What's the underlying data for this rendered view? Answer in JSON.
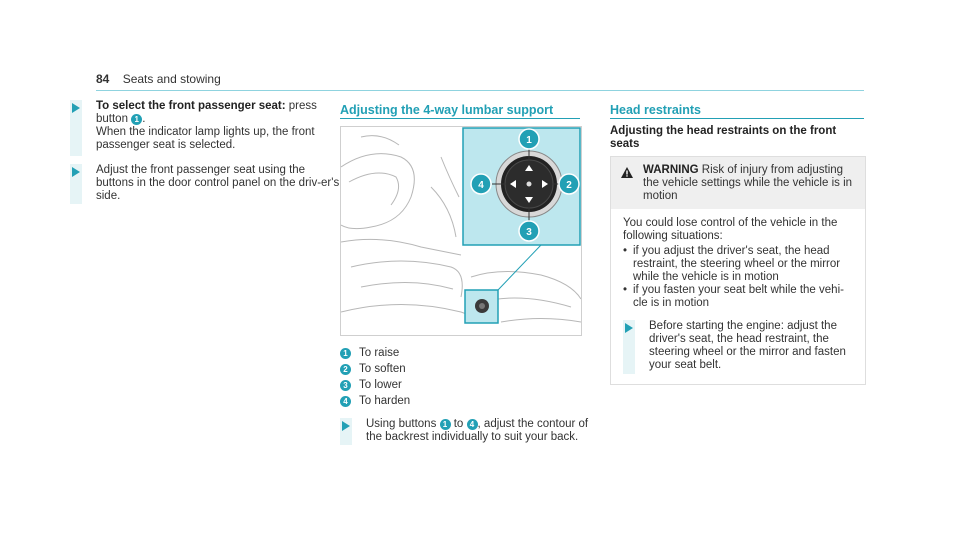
{
  "header": {
    "page_number": "84",
    "section": "Seats and stowing"
  },
  "left": {
    "step1": {
      "bold": "To select the front passenger seat:",
      "pre": " press button",
      "post": ".",
      "line2": "When the indicator lamp lights up, the front passenger seat is selected."
    },
    "step2": {
      "text": "Adjust the front passenger seat using the buttons in the door control panel on the driv-er's side."
    }
  },
  "middle": {
    "title": "Adjusting the 4-way lumbar support",
    "legend": [
      {
        "num": "1",
        "label": "To raise"
      },
      {
        "num": "2",
        "label": "To soften"
      },
      {
        "num": "3",
        "label": "To lower"
      },
      {
        "num": "4",
        "label": "To harden"
      }
    ],
    "step": {
      "pre": "Using buttons",
      "mid": "to",
      "post": ", adjust the contour of the backrest individually to suit your back."
    }
  },
  "right": {
    "title": "Head restraints",
    "subtitle": "Adjusting the head restraints on the front seats",
    "warning": {
      "label": "WARNING",
      "text": " Risk of injury from adjusting the vehicle settings while the vehicle is in motion",
      "intro": "You could lose control of the vehicle in the following situations:",
      "bullets": [
        "if you adjust the driver's seat, the head restraint, the steering wheel or the mirror while the vehicle is in motion",
        "if you fasten your seat belt while the vehi-cle is in motion"
      ],
      "action": "Before starting the engine: adjust the driver's seat, the head restraint, the steering wheel or the mirror and fasten your seat belt."
    }
  },
  "colors": {
    "accent": "#22a0b5",
    "accent_light": "#e6f4f6",
    "callout_bg": "#bde7ee"
  },
  "icons": [
    "arrow-right-icon",
    "warning-triangle-icon"
  ]
}
